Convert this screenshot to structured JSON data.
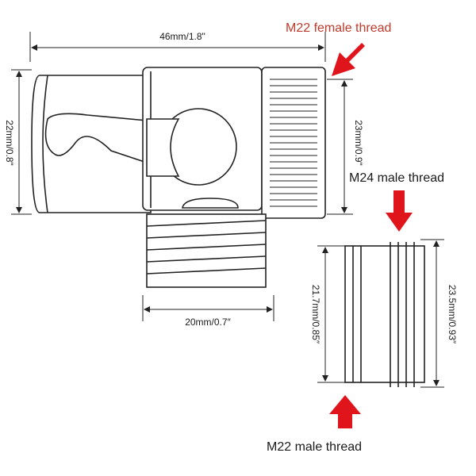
{
  "dimensions": {
    "overall_width": "46mm/1.8\"",
    "body_height": "22mm/0.8\"",
    "nut_height": "23mm/0.9\"",
    "outlet_width": "20mm/0.7″",
    "adapter_inner": "21.7mm/0.85″",
    "adapter_outer": "23.5mm/0.93″"
  },
  "callouts": {
    "female_thread": "M22 female thread",
    "male_thread_24": "M24 male thread",
    "male_thread_22": "M22 male thread"
  },
  "colors": {
    "arrow": "#e0141b",
    "line": "#222222",
    "label_red": "#c0392b"
  }
}
